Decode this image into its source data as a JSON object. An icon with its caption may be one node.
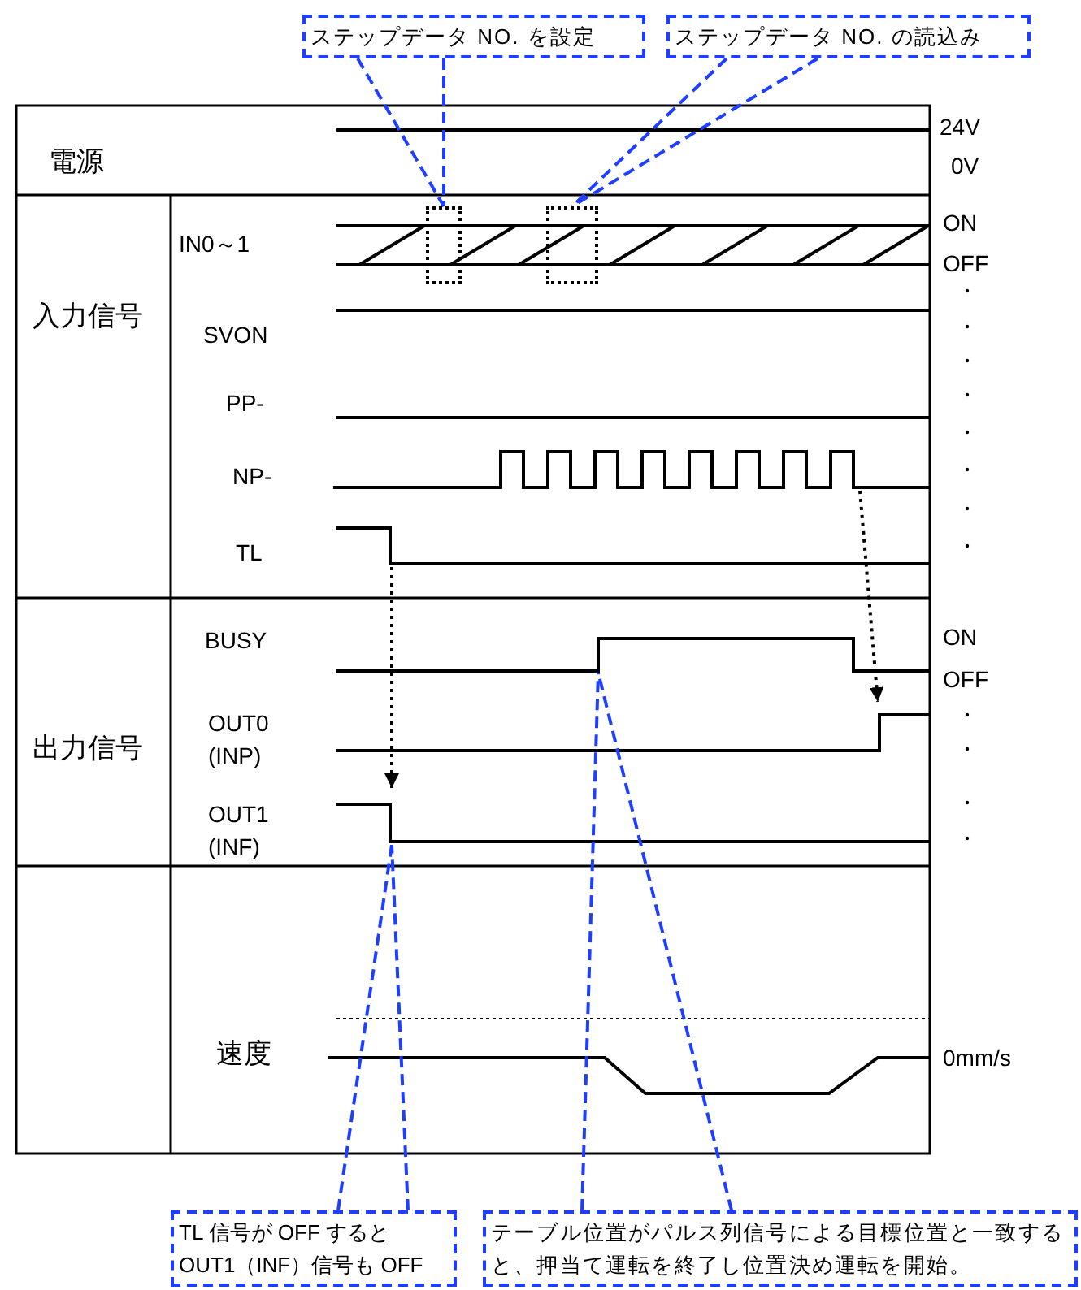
{
  "diagram": {
    "nodes": [
      {
        "text": [
          "ステップデータ NO. を設定"
        ]
      },
      {
        "text": [
          "ステップデータ NO. の読込み"
        ]
      },
      {
        "text": [],
        "shape": "box"
      },
      {
        "text": [],
        "shape": "box"
      },
      {
        "text": [
          "TL 信号が OFF するとOUT1（INF）信号も OFF"
        ]
      },
      {
        "text": [
          "テーブル位置がパルス列信号による目標位置と一致すると、押当て運転を終了し位置決め運転を開始。"
        ]
      }
    ],
    "edges": [
      {
        "from": 0,
        "to": 2,
        "arrow": "none",
        "style": "dashed"
      },
      {
        "from": 0,
        "to": 2,
        "arrow": "none",
        "style": "dashed"
      },
      {
        "from": 1,
        "to": 3,
        "arrow": "none",
        "style": "dashed"
      },
      {
        "from": 1,
        "to": 3,
        "arrow": "none",
        "style": "dashed"
      },
      {
        "from": 4,
        "to": null,
        "arrow": "none",
        "style": "dashed"
      },
      {
        "from": 4,
        "to": null,
        "arrow": "none",
        "style": "dashed"
      },
      {
        "from": 5,
        "to": null,
        "arrow": "none",
        "style": "dashed"
      },
      {
        "from": 5,
        "to": null,
        "arrow": "none",
        "style": "dashed"
      }
    ],
    "labels": [
      "24V",
      "電源",
      "0V",
      "IN0～1",
      "ON",
      "OFF",
      "入力信号",
      "SVON",
      "PP-",
      "NP-",
      "TL",
      "BUSY",
      "ON",
      "OFF",
      "OUT0 (INP)",
      "出力信号",
      "OUT1 (INF)",
      "速度",
      "0mm/s"
    ]
  }
}
